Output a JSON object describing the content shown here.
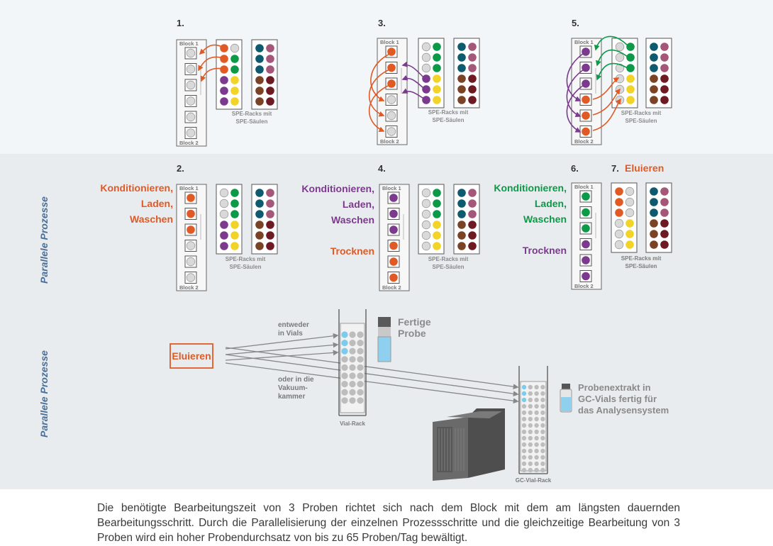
{
  "colors": {
    "orange": "#e05a26",
    "purple": "#7b3a8e",
    "green": "#0c9a48",
    "teal": "#0e5a6e",
    "mauve": "#a5577a",
    "brown": "#7a4326",
    "maroon": "#6e1a22",
    "yellow": "#f2d327",
    "empty": "#d9d9d9",
    "gray_text": "#7a7a7a",
    "blue_label": "#4d6f95"
  },
  "labels": {
    "block1": "Block 1",
    "block2": "Block 2",
    "spe_line1": "SPE-Racks mit",
    "spe_line2": "SPE-Säulen",
    "parallel": "Parallele Prozesse"
  },
  "steps": [
    {
      "num": "1.",
      "block": [
        "e",
        "e",
        "e",
        "e",
        "e",
        "e"
      ],
      "rack1": [
        "orange",
        "empty",
        "orange",
        "green",
        "orange",
        "green",
        "purple",
        "yellow",
        "purple",
        "yellow",
        "purple",
        "yellow"
      ],
      "rack2": [
        "teal",
        "mauve",
        "teal",
        "mauve",
        "teal",
        "mauve",
        "brown",
        "maroon",
        "brown",
        "maroon",
        "brown",
        "maroon"
      ]
    },
    {
      "num": "3.",
      "block": [
        "orange",
        "orange",
        "orange",
        "e",
        "e",
        "e"
      ],
      "rack1": [
        "empty",
        "green",
        "empty",
        "green",
        "empty",
        "green",
        "purple",
        "yellow",
        "purple",
        "yellow",
        "purple",
        "yellow"
      ],
      "rack2": [
        "teal",
        "mauve",
        "teal",
        "mauve",
        "teal",
        "mauve",
        "brown",
        "maroon",
        "brown",
        "maroon",
        "brown",
        "maroon"
      ]
    },
    {
      "num": "5.",
      "block": [
        "purple",
        "purple",
        "purple",
        "orange",
        "orange",
        "orange"
      ],
      "rack1": [
        "empty",
        "green",
        "empty",
        "green",
        "empty",
        "green",
        "empty",
        "yellow",
        "empty",
        "yellow",
        "empty",
        "yellow"
      ],
      "rack2": [
        "teal",
        "mauve",
        "teal",
        "mauve",
        "teal",
        "mauve",
        "brown",
        "maroon",
        "brown",
        "maroon",
        "brown",
        "maroon"
      ]
    },
    {
      "num": "2.",
      "left_labels": [
        {
          "text": "Konditionieren,",
          "color": "orange"
        },
        {
          "text": "Laden,",
          "color": "orange"
        },
        {
          "text": "Waschen",
          "color": "orange"
        }
      ],
      "block": [
        "orange",
        "orange",
        "orange",
        "e",
        "e",
        "e"
      ],
      "rack1": [
        "empty",
        "green",
        "empty",
        "green",
        "empty",
        "green",
        "purple",
        "yellow",
        "purple",
        "yellow",
        "purple",
        "yellow"
      ],
      "rack2": [
        "teal",
        "mauve",
        "teal",
        "mauve",
        "teal",
        "mauve",
        "brown",
        "maroon",
        "brown",
        "maroon",
        "brown",
        "maroon"
      ]
    },
    {
      "num": "4.",
      "left_labels": [
        {
          "text": "Konditionieren,",
          "color": "purple"
        },
        {
          "text": "Laden,",
          "color": "purple"
        },
        {
          "text": "Waschen",
          "color": "purple"
        }
      ],
      "lower_label": {
        "text": "Trocknen",
        "color": "orange"
      },
      "block": [
        "purple",
        "purple",
        "purple",
        "orange",
        "orange",
        "orange"
      ],
      "rack1": [
        "empty",
        "green",
        "empty",
        "green",
        "empty",
        "green",
        "empty",
        "yellow",
        "empty",
        "yellow",
        "empty",
        "yellow"
      ],
      "rack2": [
        "teal",
        "mauve",
        "teal",
        "mauve",
        "teal",
        "mauve",
        "brown",
        "maroon",
        "brown",
        "maroon",
        "brown",
        "maroon"
      ]
    },
    {
      "num": "6.",
      "left_labels": [
        {
          "text": "Konditionieren,",
          "color": "green"
        },
        {
          "text": "Laden,",
          "color": "green"
        },
        {
          "text": "Waschen",
          "color": "green"
        }
      ],
      "lower_label": {
        "text": "Trocknen",
        "color": "purple"
      },
      "block": [
        "green",
        "green",
        "green",
        "purple",
        "purple",
        "purple"
      ],
      "rack1": [
        "empty",
        "empty",
        "empty",
        "empty",
        "empty",
        "empty",
        "empty",
        "empty",
        "empty",
        "empty",
        "empty",
        "empty"
      ],
      "rack2": [
        "teal",
        "mauve",
        "teal",
        "mauve",
        "teal",
        "mauve",
        "brown",
        "maroon",
        "brown",
        "maroon",
        "brown",
        "maroon"
      ]
    },
    {
      "num": "7.",
      "title": "Eluieren",
      "block": [],
      "rack1": [
        "orange",
        "empty",
        "orange",
        "empty",
        "orange",
        "empty",
        "empty",
        "yellow",
        "empty",
        "yellow",
        "empty",
        "yellow"
      ],
      "rack2": [
        "teal",
        "mauve",
        "teal",
        "mauve",
        "teal",
        "mauve",
        "brown",
        "maroon",
        "brown",
        "maroon",
        "brown",
        "maroon"
      ]
    }
  ],
  "elution": {
    "box_label": "Eluieren",
    "either_label": [
      "entweder",
      "in Vials"
    ],
    "or_label": [
      "oder in die",
      "Vakuum-",
      "kammer"
    ],
    "vial_rack_label": "Vial-Rack",
    "gc_rack_label": "GC-Vial-Rack",
    "finished_sample": [
      "Fertige",
      "Probe"
    ],
    "extract_text": [
      "Probenextrakt in",
      "GC-Vials fertig für",
      "das Analysensystem"
    ]
  },
  "caption": "Die benötigte Bearbeitungszeit von 3 Proben richtet sich nach dem Block mit dem am längsten dauernden Bearbeitungsschritt. Durch die Parallelisierung der einzelnen Prozessschritte und die gleichzeitige Bearbeitung von 3 Proben wird ein hoher Probendurchsatz von bis zu 65 Proben/Tag bewältigt."
}
